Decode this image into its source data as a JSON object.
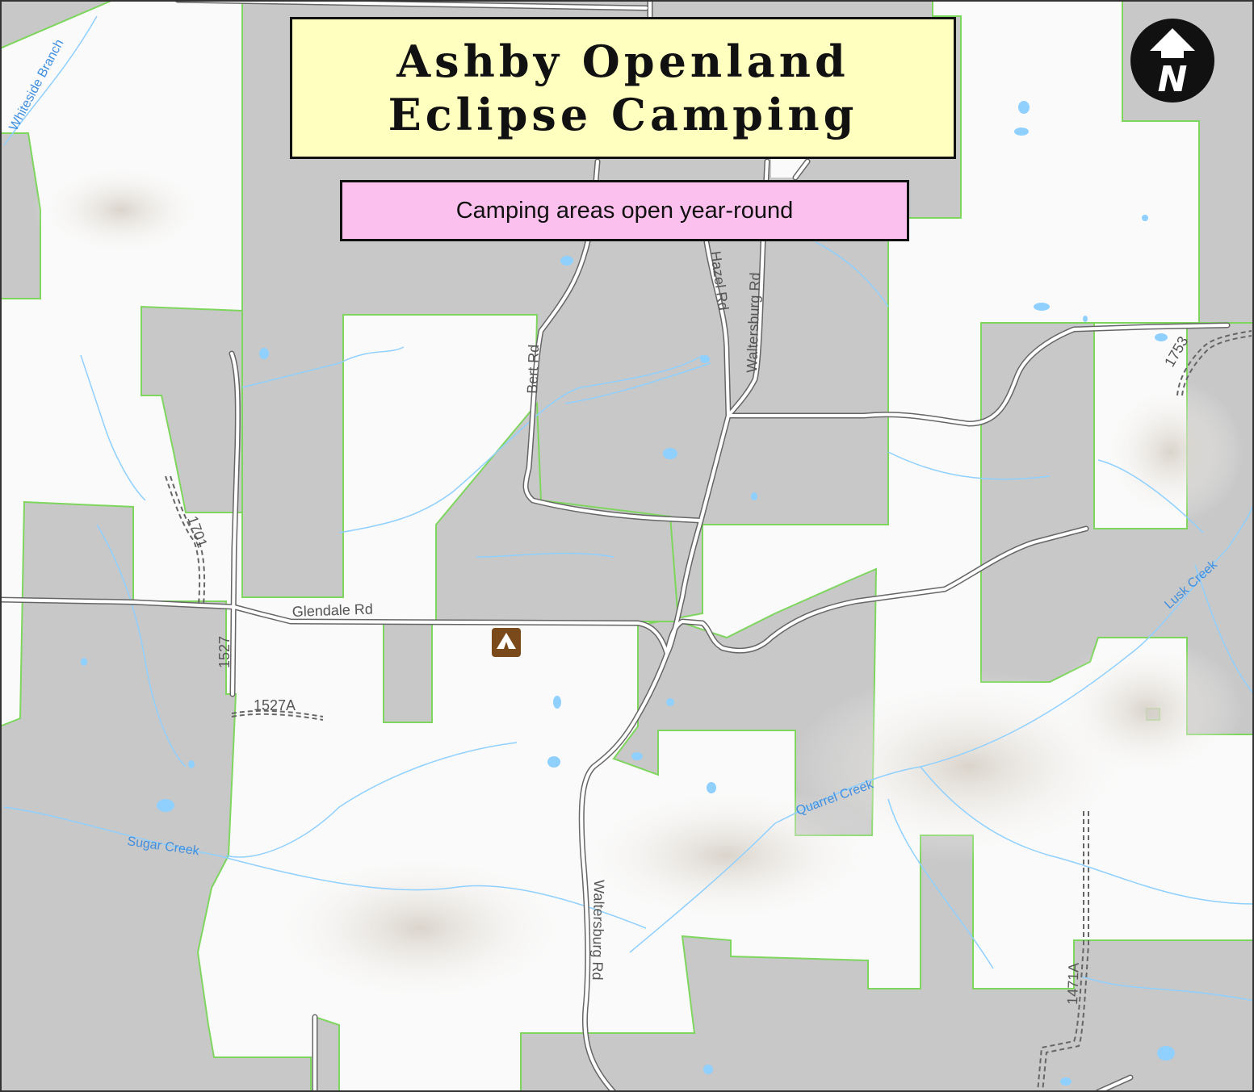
{
  "map": {
    "title_line1": "Ashby Openland",
    "title_line2": "Eclipse Camping",
    "subtitle": "Camping areas open year-round",
    "north_arrow_letter": "N",
    "campsite_icon": "tent-icon",
    "roads": {
      "glendale": "Glendale Rd",
      "bert": "Bert Rd",
      "hazel": "Hazel Rd",
      "waltersburg_north": "Waltersburg Rd",
      "waltersburg_south": "Waltersburg Rd",
      "r1527": "1527",
      "r1527a": "1527A",
      "r1701": "1701",
      "r1753": "1753",
      "r1471a": "1471A"
    },
    "water": {
      "whiteside": "Whiteside Branch",
      "sugar": "Sugar Creek",
      "quarrel": "Quarrel Creek",
      "lusk": "Lusk Creek"
    },
    "colors": {
      "public_land": "#c8c8c8",
      "boundary": "#7fd65f",
      "water": "#8fd0ff",
      "road_casing": "#666666",
      "road_fill": "#ffffff",
      "title_bg": "#ffffc0",
      "subtitle_bg": "#fcc0ee",
      "campsite": "#7a4a1a"
    }
  }
}
